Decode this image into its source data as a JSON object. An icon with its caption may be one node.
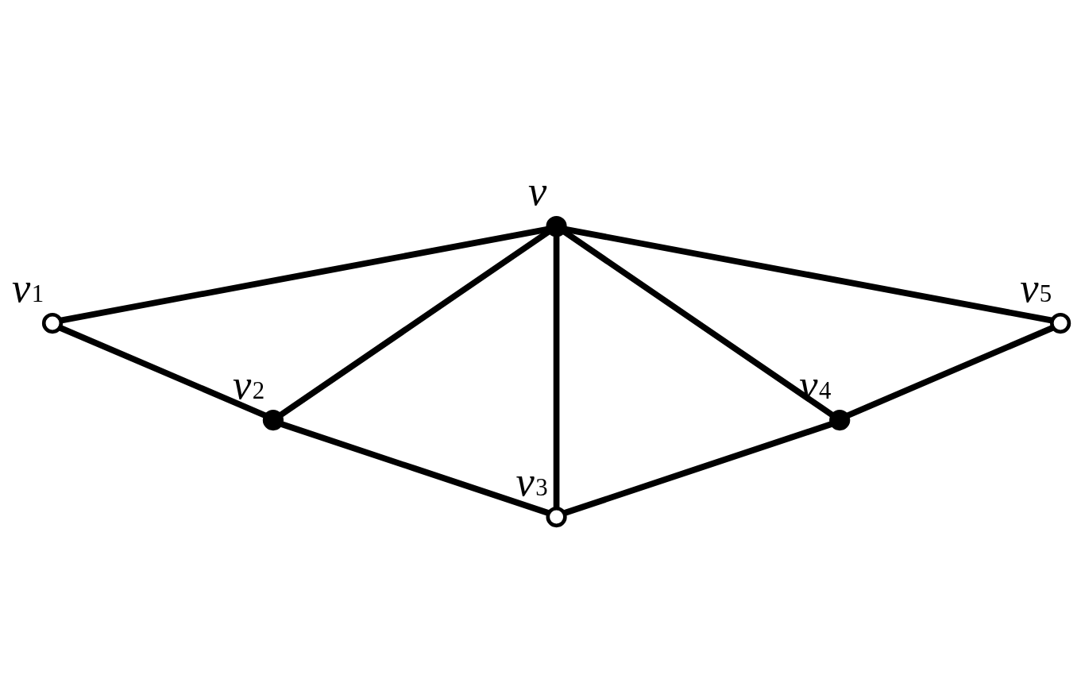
{
  "diagram": {
    "nodes": [
      {
        "text": [],
        "shape": "dot",
        "beside": [
          "v"
        ]
      },
      {
        "text": [],
        "shape": "circle",
        "beside": [
          "v$_{1}$"
        ]
      },
      {
        "text": [],
        "shape": "dot",
        "beside": [
          "v$_{2}$"
        ]
      },
      {
        "text": [],
        "shape": "circle",
        "beside": [
          "v$_{3}$"
        ]
      },
      {
        "text": [],
        "shape": "dot",
        "beside": [
          "v$_{4}$"
        ]
      },
      {
        "text": [],
        "shape": "circle",
        "beside": [
          "v$_{5}$"
        ]
      }
    ],
    "edges": [
      {
        "from": 0,
        "to": 1,
        "arrow": "none"
      },
      {
        "from": 0,
        "to": 2,
        "arrow": "none"
      },
      {
        "from": 0,
        "to": 3,
        "arrow": "none"
      },
      {
        "from": 0,
        "to": 4,
        "arrow": "none"
      },
      {
        "from": 0,
        "to": 5,
        "arrow": "none"
      },
      {
        "from": 1,
        "to": 2,
        "arrow": "none"
      },
      {
        "from": 2,
        "to": 3,
        "arrow": "none"
      },
      {
        "from": 3,
        "to": 4,
        "arrow": "none"
      },
      {
        "from": 4,
        "to": 5,
        "arrow": "none"
      }
    ]
  }
}
